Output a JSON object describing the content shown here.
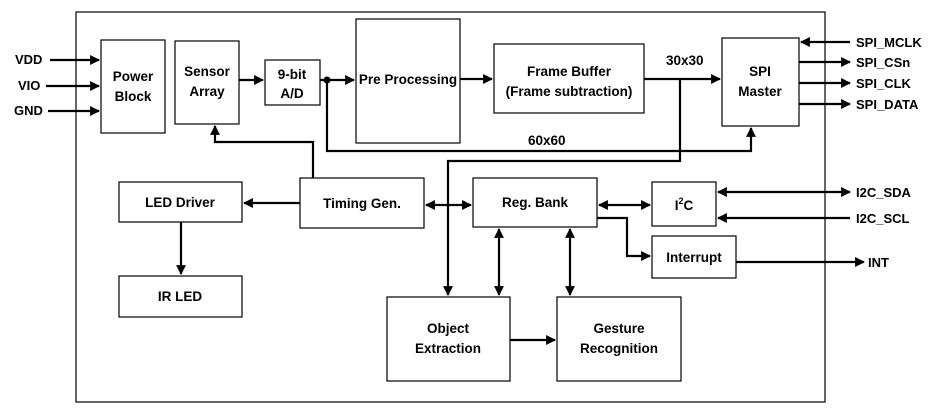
{
  "colors": {
    "stroke": "#000000",
    "background": "#ffffff"
  },
  "inputs": {
    "vdd": "VDD",
    "vio": "VIO",
    "gnd": "GND"
  },
  "spi_pins": {
    "mclk": "SPI_MCLK",
    "csn": "SPI_CSn",
    "clk": "SPI_CLK",
    "data": "SPI_DATA"
  },
  "i2c_pins": {
    "sda": "I2C_SDA",
    "scl": "I2C_SCL"
  },
  "int_pin": "INT",
  "blocks": {
    "power": [
      "Power",
      "Block"
    ],
    "sensor": [
      "Sensor",
      "Array"
    ],
    "adc": [
      "9-bit",
      "A/D"
    ],
    "pre": "Pre Processing",
    "frame": [
      "Frame Buffer",
      "(Frame subtraction)"
    ],
    "spi_master": [
      "SPI",
      "Master"
    ],
    "led_driver": "LED Driver",
    "ir_led": "IR LED",
    "timing": "Timing Gen.",
    "reg_bank": "Reg. Bank",
    "i2c": {
      "main": "I",
      "sup": "2",
      "tail": "C"
    },
    "interrupt": "Interrupt",
    "object": [
      "Object",
      "Extraction"
    ],
    "gesture": [
      "Gesture",
      "Recognition"
    ]
  },
  "labels": {
    "res_30": "30x30",
    "res_60": "60x60"
  }
}
